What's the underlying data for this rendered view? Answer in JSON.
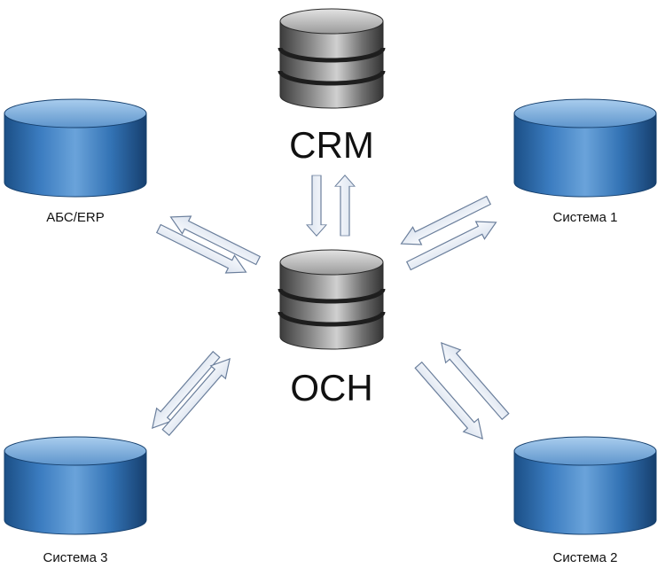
{
  "diagram": {
    "hub": {
      "label": "ОСН",
      "type": "grey-database"
    },
    "crm": {
      "label": "CRM",
      "type": "grey-database"
    },
    "systems": [
      {
        "id": "abs",
        "label": "АБС/ERP"
      },
      {
        "id": "s1",
        "label": "Система 1"
      },
      {
        "id": "s2",
        "label": "Система 2"
      },
      {
        "id": "s3",
        "label": "Система 3"
      }
    ],
    "connections": [
      {
        "from": "crm",
        "to": "hub",
        "bidirectional": true
      },
      {
        "from": "abs",
        "to": "hub",
        "bidirectional": true
      },
      {
        "from": "s1",
        "to": "hub",
        "bidirectional": true
      },
      {
        "from": "s2",
        "to": "hub",
        "bidirectional": true
      },
      {
        "from": "s3",
        "to": "hub",
        "bidirectional": true
      }
    ],
    "colors": {
      "blue_cylinder": "#2f6fb0",
      "blue_cylinder_dark": "#1b4f86",
      "blue_top": "#7fb0de",
      "grey_cylinder": "#5a5a5a",
      "grey_highlight": "#d6d6d6",
      "arrow_fill": "#eef2f8",
      "arrow_stroke": "#6b7f9c"
    }
  }
}
